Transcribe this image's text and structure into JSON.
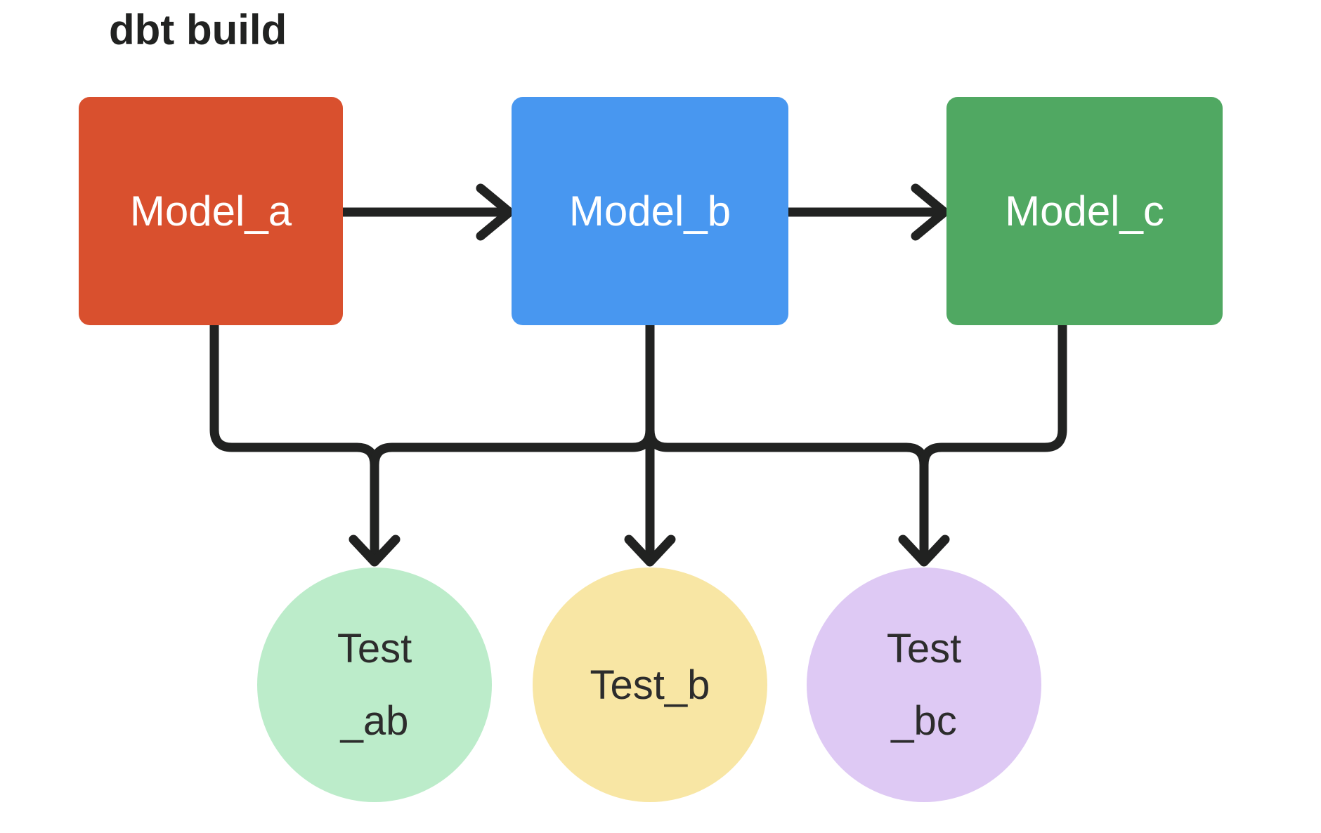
{
  "title": "dbt build",
  "colors": {
    "background": "#ffffff",
    "ink": "#212221",
    "node_text_light": "#ffffff",
    "node_text_dark": "#2c2c2c"
  },
  "nodes": {
    "models": [
      {
        "id": "model_a",
        "label": "Model_a",
        "color": "#d9502e"
      },
      {
        "id": "model_b",
        "label": "Model_b",
        "color": "#4897f0"
      },
      {
        "id": "model_c",
        "label": "Model_c",
        "color": "#50a862"
      }
    ],
    "tests": [
      {
        "id": "test_ab",
        "lines": [
          "Test",
          "_ab"
        ],
        "color": "#bcecca"
      },
      {
        "id": "test_b",
        "lines": [
          "Test_b"
        ],
        "color": "#f8e6a4"
      },
      {
        "id": "test_bc",
        "lines": [
          "Test",
          "_bc"
        ],
        "color": "#dec9f4"
      }
    ]
  },
  "edges": [
    {
      "from": "Model_a",
      "to": "Model_b"
    },
    {
      "from": "Model_b",
      "to": "Model_c"
    },
    {
      "from": "Model_a",
      "to": "Test_ab"
    },
    {
      "from": "Model_b",
      "to": "Test_ab"
    },
    {
      "from": "Model_b",
      "to": "Test_b"
    },
    {
      "from": "Model_b",
      "to": "Test_bc"
    },
    {
      "from": "Model_c",
      "to": "Test_bc"
    }
  ]
}
